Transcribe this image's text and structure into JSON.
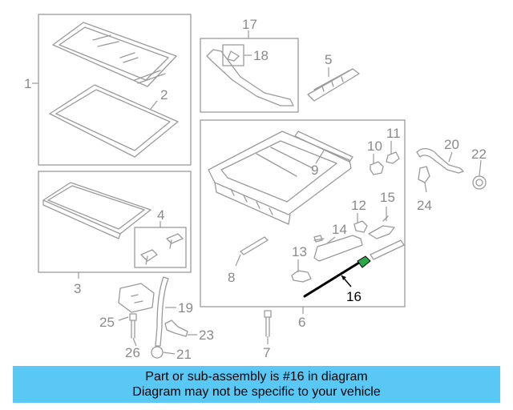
{
  "callouts": [
    {
      "id": "1",
      "highlight": false
    },
    {
      "id": "2",
      "highlight": false
    },
    {
      "id": "3",
      "highlight": false
    },
    {
      "id": "4",
      "highlight": false
    },
    {
      "id": "5",
      "highlight": false
    },
    {
      "id": "6",
      "highlight": false
    },
    {
      "id": "7",
      "highlight": false
    },
    {
      "id": "8",
      "highlight": false
    },
    {
      "id": "9",
      "highlight": false
    },
    {
      "id": "10",
      "highlight": false
    },
    {
      "id": "11",
      "highlight": false
    },
    {
      "id": "12",
      "highlight": false
    },
    {
      "id": "13",
      "highlight": false
    },
    {
      "id": "14",
      "highlight": false
    },
    {
      "id": "15",
      "highlight": false
    },
    {
      "id": "16",
      "highlight": true
    },
    {
      "id": "17",
      "highlight": false
    },
    {
      "id": "18",
      "highlight": false
    },
    {
      "id": "19",
      "highlight": false
    },
    {
      "id": "20",
      "highlight": false
    },
    {
      "id": "21",
      "highlight": false
    },
    {
      "id": "22",
      "highlight": false
    },
    {
      "id": "23",
      "highlight": false
    },
    {
      "id": "24",
      "highlight": false
    },
    {
      "id": "25",
      "highlight": false
    },
    {
      "id": "26",
      "highlight": false
    }
  ],
  "highlighted_part": "16",
  "banner": {
    "line1": "Part or sub-assembly is #16 in diagram",
    "line2": "Diagram may not be specific to your vehicle"
  },
  "colors": {
    "banner_bg": "#5ac8f5",
    "part_stroke": "#9a9a9a",
    "highlight_stroke": "#000000",
    "highlight_accent": "#2aa84a"
  }
}
